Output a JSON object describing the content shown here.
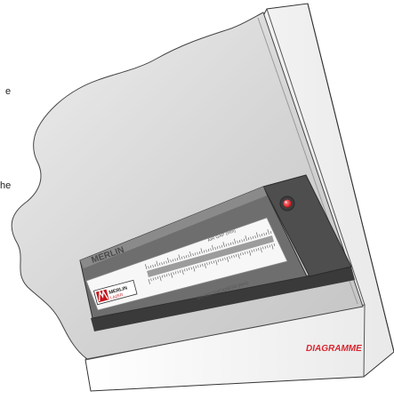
{
  "brand": {
    "gauge_name": "MERLIN",
    "logo_line1": "MERLIN",
    "logo_line2": "LAZER"
  },
  "scales": {
    "top_label": "AIR GAP (mm)",
    "bottom_label": "GLASS THICKNESS (mm)"
  },
  "caption": "DIAGRAMME",
  "cropped_text": [
    "e",
    "he"
  ],
  "colors": {
    "caption": "#d7262f",
    "indicator": "#e3262c",
    "body_dark": "#6e6e6e",
    "glass": "#d9d9d9"
  }
}
